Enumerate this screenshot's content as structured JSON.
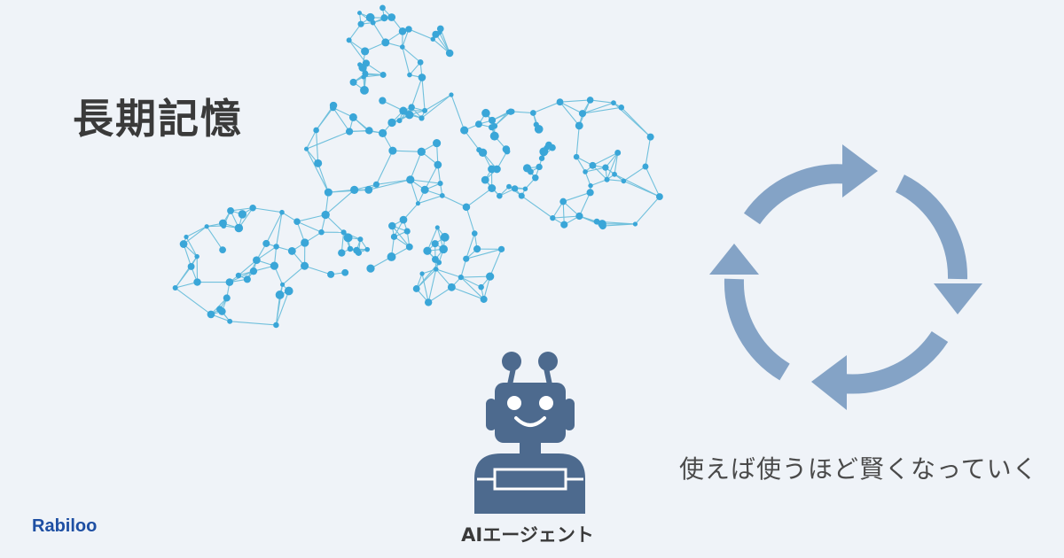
{
  "title": "長期記憶",
  "agent_label": "AIエージェント",
  "caption": "使えば使うほど賢くなっていく",
  "brand": "Rabiloo",
  "colors": {
    "background": "#eff3f8",
    "network_node": "#3aa6d8",
    "network_edge": "#5bb8d8",
    "cycle_arrow": "#84a3c6",
    "robot": "#4d6a8e",
    "brand": "#1e4fa3"
  },
  "icons": [
    "neural-network-graphic",
    "cycle-arrows-icon",
    "robot-icon"
  ]
}
